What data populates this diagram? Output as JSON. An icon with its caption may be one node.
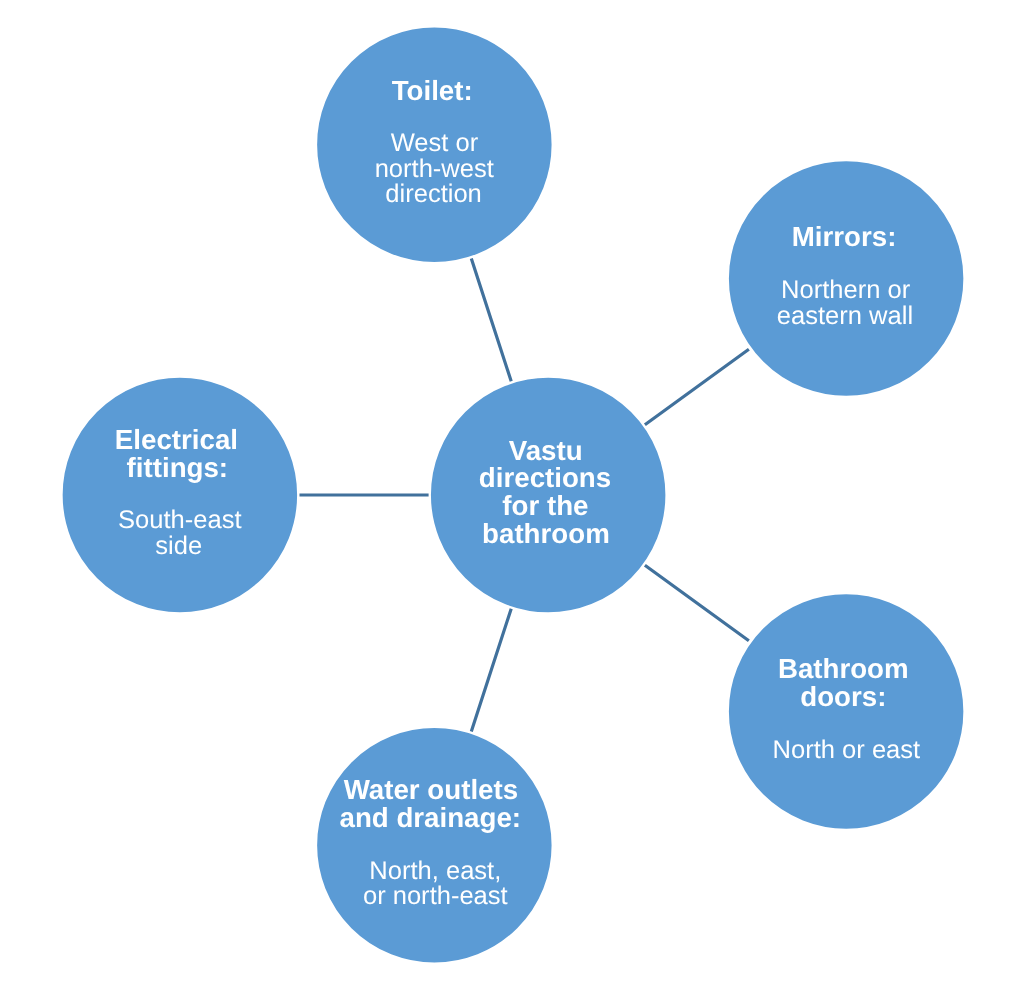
{
  "diagram": {
    "nodes": [
      {
        "text": [
          "Mirrors:",
          "Northern or eastern wall"
        ]
      },
      {
        "text": [
          "Toilet:",
          "West or north-west direction"
        ]
      },
      {
        "text": [
          "Vastu directions for the bathroom"
        ]
      },
      {
        "text": [
          "Electrical fittings:",
          "South-east side"
        ]
      },
      {
        "text": [
          "Water outlets and drainage:",
          "North, east, or north-east"
        ]
      },
      {
        "text": [
          "Bathroom doors:",
          "North or east"
        ]
      }
    ],
    "edges": [
      {
        "from": 2,
        "to": 0,
        "arrow": "none"
      },
      {
        "from": 2,
        "to": 3,
        "arrow": "none"
      },
      {
        "from": 2,
        "to": 5,
        "arrow": "none"
      },
      {
        "from": 2,
        "to": 4,
        "arrow": "none"
      },
      {
        "from": 2,
        "to": 1,
        "arrow": "none"
      }
    ]
  }
}
